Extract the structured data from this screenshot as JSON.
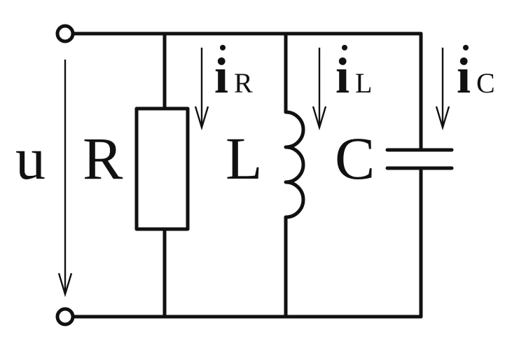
{
  "circuit": {
    "voltage_label": "u",
    "resistor_label": "R",
    "inductor_label": "L",
    "capacitor_label": "C",
    "current_symbol": "i",
    "resistor_current_subscript": "R",
    "inductor_current_subscript": "L",
    "capacitor_current_subscript": "C"
  }
}
